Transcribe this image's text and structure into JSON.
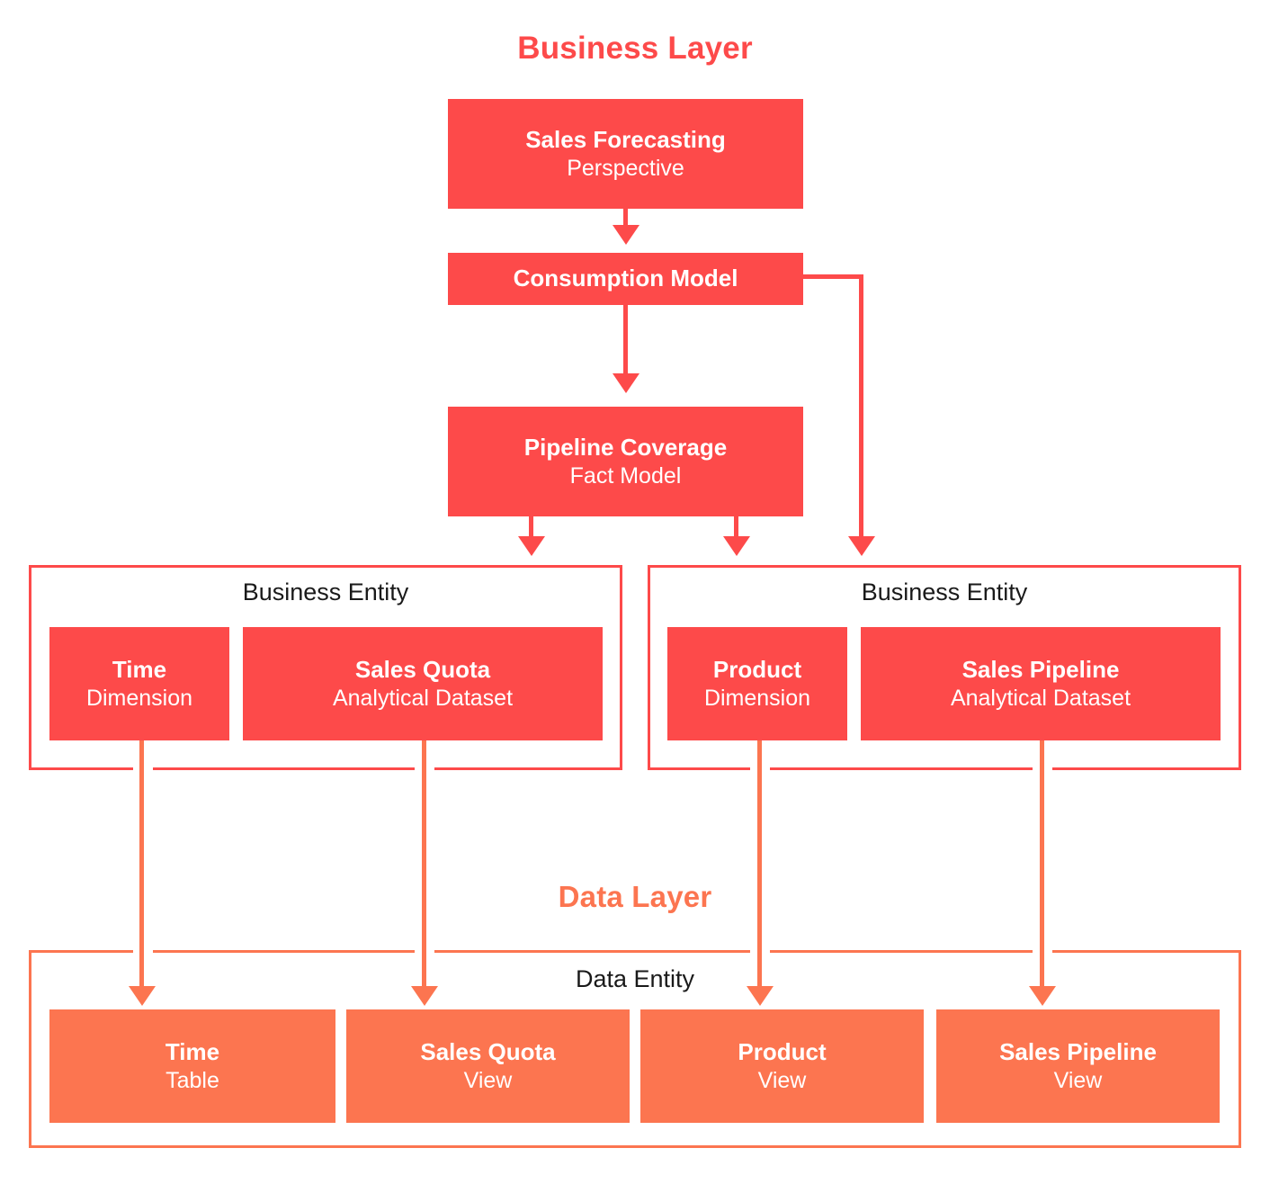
{
  "diagram": {
    "title_business": "Business Layer",
    "title_data": "Data Layer",
    "colors": {
      "business_red": "#FD4A4A",
      "data_orange": "#FC7550",
      "label_text": "#1a1a1a",
      "node_text": "#ffffff",
      "background": "#ffffff"
    }
  },
  "business_layer": {
    "heading": "Business Layer",
    "nodes": [
      {
        "name": "Sales Forecasting",
        "type": "Perspective"
      },
      {
        "name": "Consumption Model",
        "type": ""
      },
      {
        "name": "Pipeline Coverage",
        "type": "Fact Model"
      }
    ],
    "entity_groups": [
      {
        "label": "Business Entity",
        "items": [
          {
            "name": "Time",
            "type": "Dimension"
          },
          {
            "name": "Sales Quota",
            "type": "Analytical Dataset"
          }
        ]
      },
      {
        "label": "Business Entity",
        "items": [
          {
            "name": "Product",
            "type": "Dimension"
          },
          {
            "name": "Sales Pipeline",
            "type": "Analytical Dataset"
          }
        ]
      }
    ]
  },
  "data_layer": {
    "heading": "Data Layer",
    "entity_group": {
      "label": "Data Entity",
      "items": [
        {
          "name": "Time",
          "type": "Table"
        },
        {
          "name": "Sales Quota",
          "type": "View"
        },
        {
          "name": "Product",
          "type": "View"
        },
        {
          "name": "Sales Pipeline",
          "type": "View"
        }
      ]
    }
  }
}
